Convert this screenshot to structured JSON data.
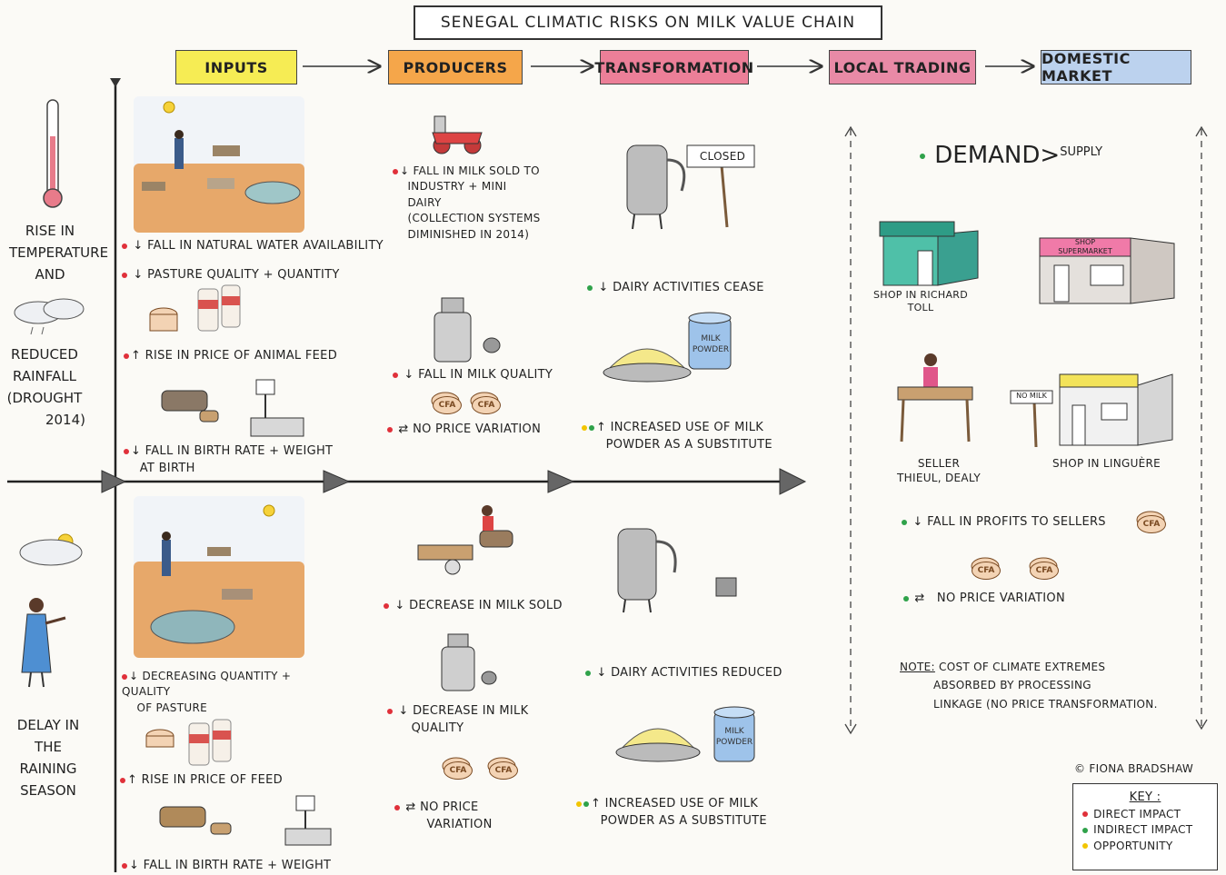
{
  "title": "SENEGAL CLIMATIC RISKS ON MILK VALUE CHAIN",
  "stages": [
    {
      "label": "INPUTS",
      "color": "#f6ec54"
    },
    {
      "label": "PRODUCERS",
      "color": "#f5a64a"
    },
    {
      "label": "TRANSFORMATION",
      "color": "#ec7f98"
    },
    {
      "label": "LOCAL TRADING",
      "color": "#e88aa6"
    },
    {
      "label": "DOMESTIC MARKET",
      "color": "#bcd2ee"
    }
  ],
  "row1": {
    "label_line1": "RISE IN",
    "label_line2": "TEMPERATURE",
    "label_line3": "AND",
    "label_line4": "REDUCED",
    "label_line5": "RAINFALL",
    "label_line6": "(DROUGHT",
    "label_line7": "2014)",
    "inputs": {
      "water": "FALL IN NATURAL WATER AVAILABILITY",
      "pasture": "PASTURE QUALITY + QUANTITY",
      "feed": "RISE IN PRICE OF ANIMAL FEED",
      "birth_line1": "FALL IN BIRTH RATE + WEIGHT",
      "birth_line2": "AT BIRTH"
    },
    "producers": {
      "sold_line1": "FALL IN MILK SOLD TO",
      "sold_line2": "INDUSTRY + MINI",
      "sold_line3": "DAIRY",
      "sold_line4": "(COLLECTION SYSTEMS",
      "sold_line5": "DIMINISHED IN 2014)",
      "quality": "FALL IN MILK QUALITY",
      "price": "NO PRICE VARIATION"
    },
    "transformation": {
      "closed_sign": "CLOSED",
      "cease": "DAIRY ACTIVITIES CEASE",
      "milk_powder_label1": "MILK",
      "milk_powder_label2": "POWDER",
      "powder_line1": "INCREASED USE OF MILK",
      "powder_line2": "POWDER AS A SUBSTITUTE"
    }
  },
  "row2": {
    "label_line1": "DELAY IN",
    "label_line2": "THE",
    "label_line3": "RAINING",
    "label_line4": "SEASON",
    "inputs": {
      "pasture_line1": "DECREASING QUANTITY + QUALITY",
      "pasture_line2": "OF PASTURE",
      "feed": "RISE IN PRICE OF FEED",
      "birth": "FALL IN BIRTH RATE + WEIGHT"
    },
    "producers": {
      "sold": "DECREASE IN MILK SOLD",
      "quality_line1": "DECREASE IN MILK",
      "quality_line2": "QUALITY",
      "price_line1": "NO PRICE",
      "price_line2": "VARIATION"
    },
    "transformation": {
      "reduced": "DAIRY ACTIVITIES REDUCED",
      "milk_powder_label1": "MILK",
      "milk_powder_label2": "POWDER",
      "powder_line1": "INCREASED USE OF MILK",
      "powder_line2": "POWDER AS A SUBSTITUTE"
    }
  },
  "market": {
    "demand": "DEMAND>",
    "supply": "SUPPLY",
    "shop_richard_line1": "SHOP IN RICHARD",
    "shop_richard_line2": "TOLL",
    "supermarket_sign1": "SHOP",
    "supermarket_sign2": "SUPERMARKET",
    "seller_line1": "SELLER",
    "seller_line2": "THIEUL, DEALY",
    "no_milk_sign": "NO MILK",
    "shop_linguere": "SHOP IN LINGUÈRE",
    "profits": "FALL IN PROFITS TO SELLERS",
    "price": "NO PRICE VARIATION",
    "note_label": "NOTE:",
    "note_line1": "COST OF CLIMATE EXTREMES",
    "note_line2": "ABSORBED BY PROCESSING",
    "note_line3": "LINKAGE (NO PRICE TRANSFORMATION."
  },
  "credit": "© FIONA BRADSHAW",
  "cfa": "CFA",
  "key": {
    "title": "KEY :",
    "direct": "DIRECT IMPACT",
    "indirect": "INDIRECT IMPACT",
    "opportunity": "OPPORTUNITY"
  }
}
